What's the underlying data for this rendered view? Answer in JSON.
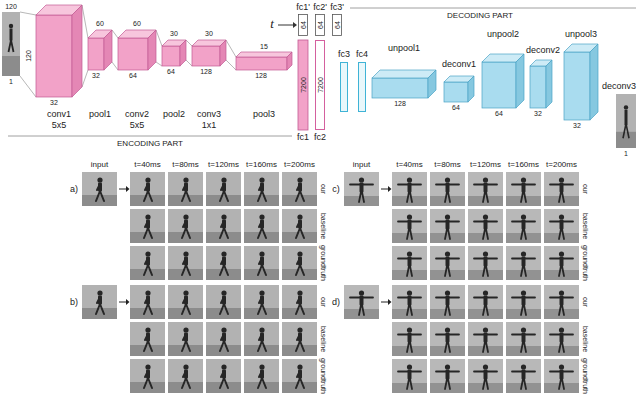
{
  "diagram": {
    "nodes": [
      {
        "text": [
          "conv1",
          "5x5"
        ]
      },
      {
        "text": [
          "pool1"
        ]
      },
      {
        "text": [
          "conv2",
          "5x5"
        ]
      },
      {
        "text": [
          "pool2"
        ]
      },
      {
        "text": [
          "conv3",
          "1x1"
        ]
      },
      {
        "text": [
          "pool3"
        ]
      },
      {
        "text": [
          "fc1",
          "7200"
        ]
      },
      {
        "text": [
          "fc2",
          "7200"
        ]
      },
      {
        "text": [
          "fc1'",
          "64"
        ]
      },
      {
        "text": [
          "fc2'",
          "64"
        ]
      },
      {
        "text": [
          "fc3'",
          "64"
        ]
      },
      {
        "text": [
          "fc3"
        ]
      },
      {
        "text": [
          "fc4"
        ]
      },
      {
        "text": [
          "unpool1"
        ]
      },
      {
        "text": [
          "deconv1"
        ]
      },
      {
        "text": [
          "unpool2"
        ]
      },
      {
        "text": [
          "deconv2"
        ]
      },
      {
        "text": [
          "unpool3"
        ]
      },
      {
        "text": [
          "deconv3"
        ]
      }
    ],
    "labels": [
      "120",
      "1",
      "120",
      "32",
      "60",
      "32",
      "60",
      "64",
      "30",
      "64",
      "30",
      "128",
      "15",
      "128",
      "t",
      "128",
      "64",
      "64",
      "32",
      "32",
      "1",
      "ENCODING PART",
      "DECODING PART",
      "input",
      "t=40ms",
      "t=80ms",
      "t=120ms",
      "t=160ms",
      "t=200ms",
      "a)",
      "our",
      "baseline",
      "groundtruth",
      "b)",
      "our",
      "baseline",
      "groundtruth",
      "input",
      "t=40ms",
      "t=80ms",
      "t=120ms",
      "t=160ms",
      "t=200ms",
      "c)",
      "our",
      "baseline",
      "groundtruth",
      "d)",
      "our",
      "baseline",
      "groundtruth"
    ]
  }
}
